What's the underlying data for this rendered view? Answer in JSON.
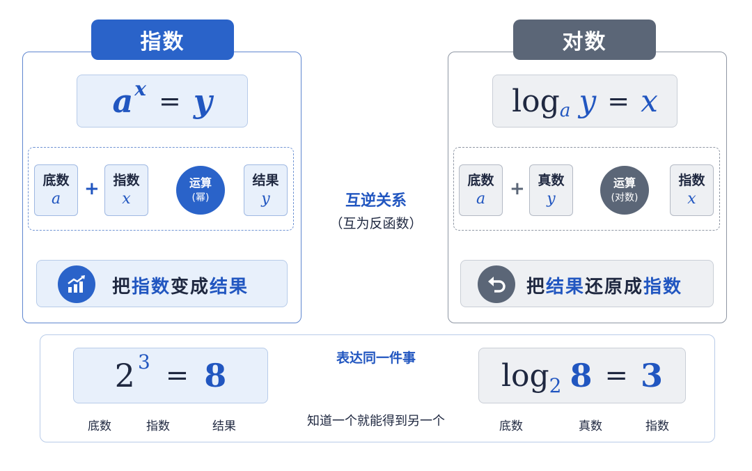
{
  "left": {
    "title": "指数",
    "formula": {
      "base": "a",
      "exp": "x",
      "eq": "=",
      "rhs": "y"
    },
    "flow": {
      "node1": {
        "label": "底数",
        "var": "a"
      },
      "node2": {
        "label": "指数",
        "var": "x"
      },
      "op": {
        "line1": "运算",
        "line2": "(幂)"
      },
      "node3": {
        "label": "结果",
        "var": "y"
      },
      "plus": "+"
    },
    "result": {
      "t1": "把",
      "t2": "指数",
      "t3": "变成",
      "t4": "结果"
    },
    "icon": "growth-chart-icon"
  },
  "right": {
    "title": "对数",
    "formula": {
      "log": "log",
      "sub": "a",
      "arg": "y",
      "eq": "=",
      "rhs": "x"
    },
    "flow": {
      "node1": {
        "label": "底数",
        "var": "a"
      },
      "node2": {
        "label": "真数",
        "var": "y"
      },
      "op": {
        "line1": "运算",
        "line2": "(对数)"
      },
      "node3": {
        "label": "指数",
        "var": "x"
      },
      "plus": "+"
    },
    "result": {
      "t1": "把",
      "t2": "结果",
      "t3": "还原成",
      "t4": "指数"
    },
    "icon": "undo-arrow-icon"
  },
  "middle": {
    "label1": "互逆关系",
    "label2": "（互为反函数）"
  },
  "bottom": {
    "left_formula": {
      "base": "2",
      "exp": "3",
      "eq": "=",
      "rhs": "8"
    },
    "left_labels": {
      "a": "底数",
      "b": "指数",
      "c": "结果"
    },
    "top_text": "表达同一件事",
    "bottom_text": "知道一个就能得到另一个",
    "right_formula": {
      "log": "log",
      "sub": "2",
      "arg": "8",
      "eq": "=",
      "rhs": "3"
    },
    "right_labels": {
      "a": "底数",
      "b": "真数",
      "c": "指数"
    }
  },
  "colors": {
    "blue": "#2a63c9",
    "gray": "#5b6677",
    "light_blue": "#e8f0fb",
    "light_gray": "#eef0f3"
  }
}
